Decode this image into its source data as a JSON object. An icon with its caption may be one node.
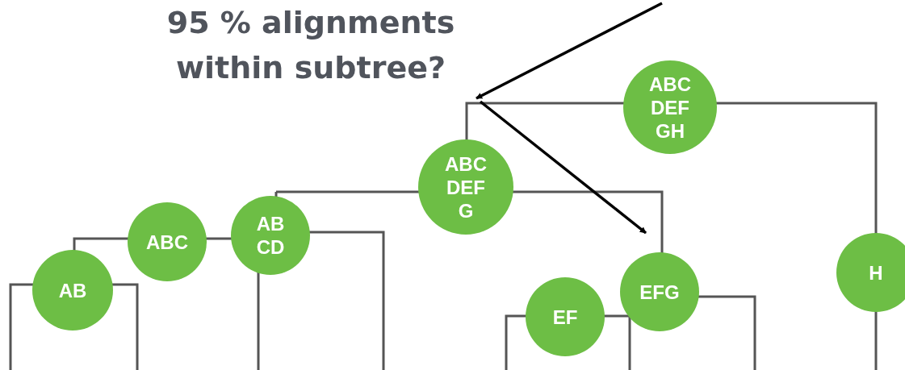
{
  "diagram": {
    "title": "95 % alignments within subtree?",
    "nodes": [
      {
        "text": [
          "ABC DEF GH"
        ]
      },
      {
        "text": [
          "ABC DEF G"
        ]
      },
      {
        "text": [
          "ABC"
        ]
      },
      {
        "text": [
          "AB CD"
        ]
      },
      {
        "text": [
          "H"
        ]
      },
      {
        "text": [
          "AB"
        ]
      },
      {
        "text": [
          "EFG"
        ]
      },
      {
        "text": [
          "EF"
        ]
      }
    ]
  }
}
